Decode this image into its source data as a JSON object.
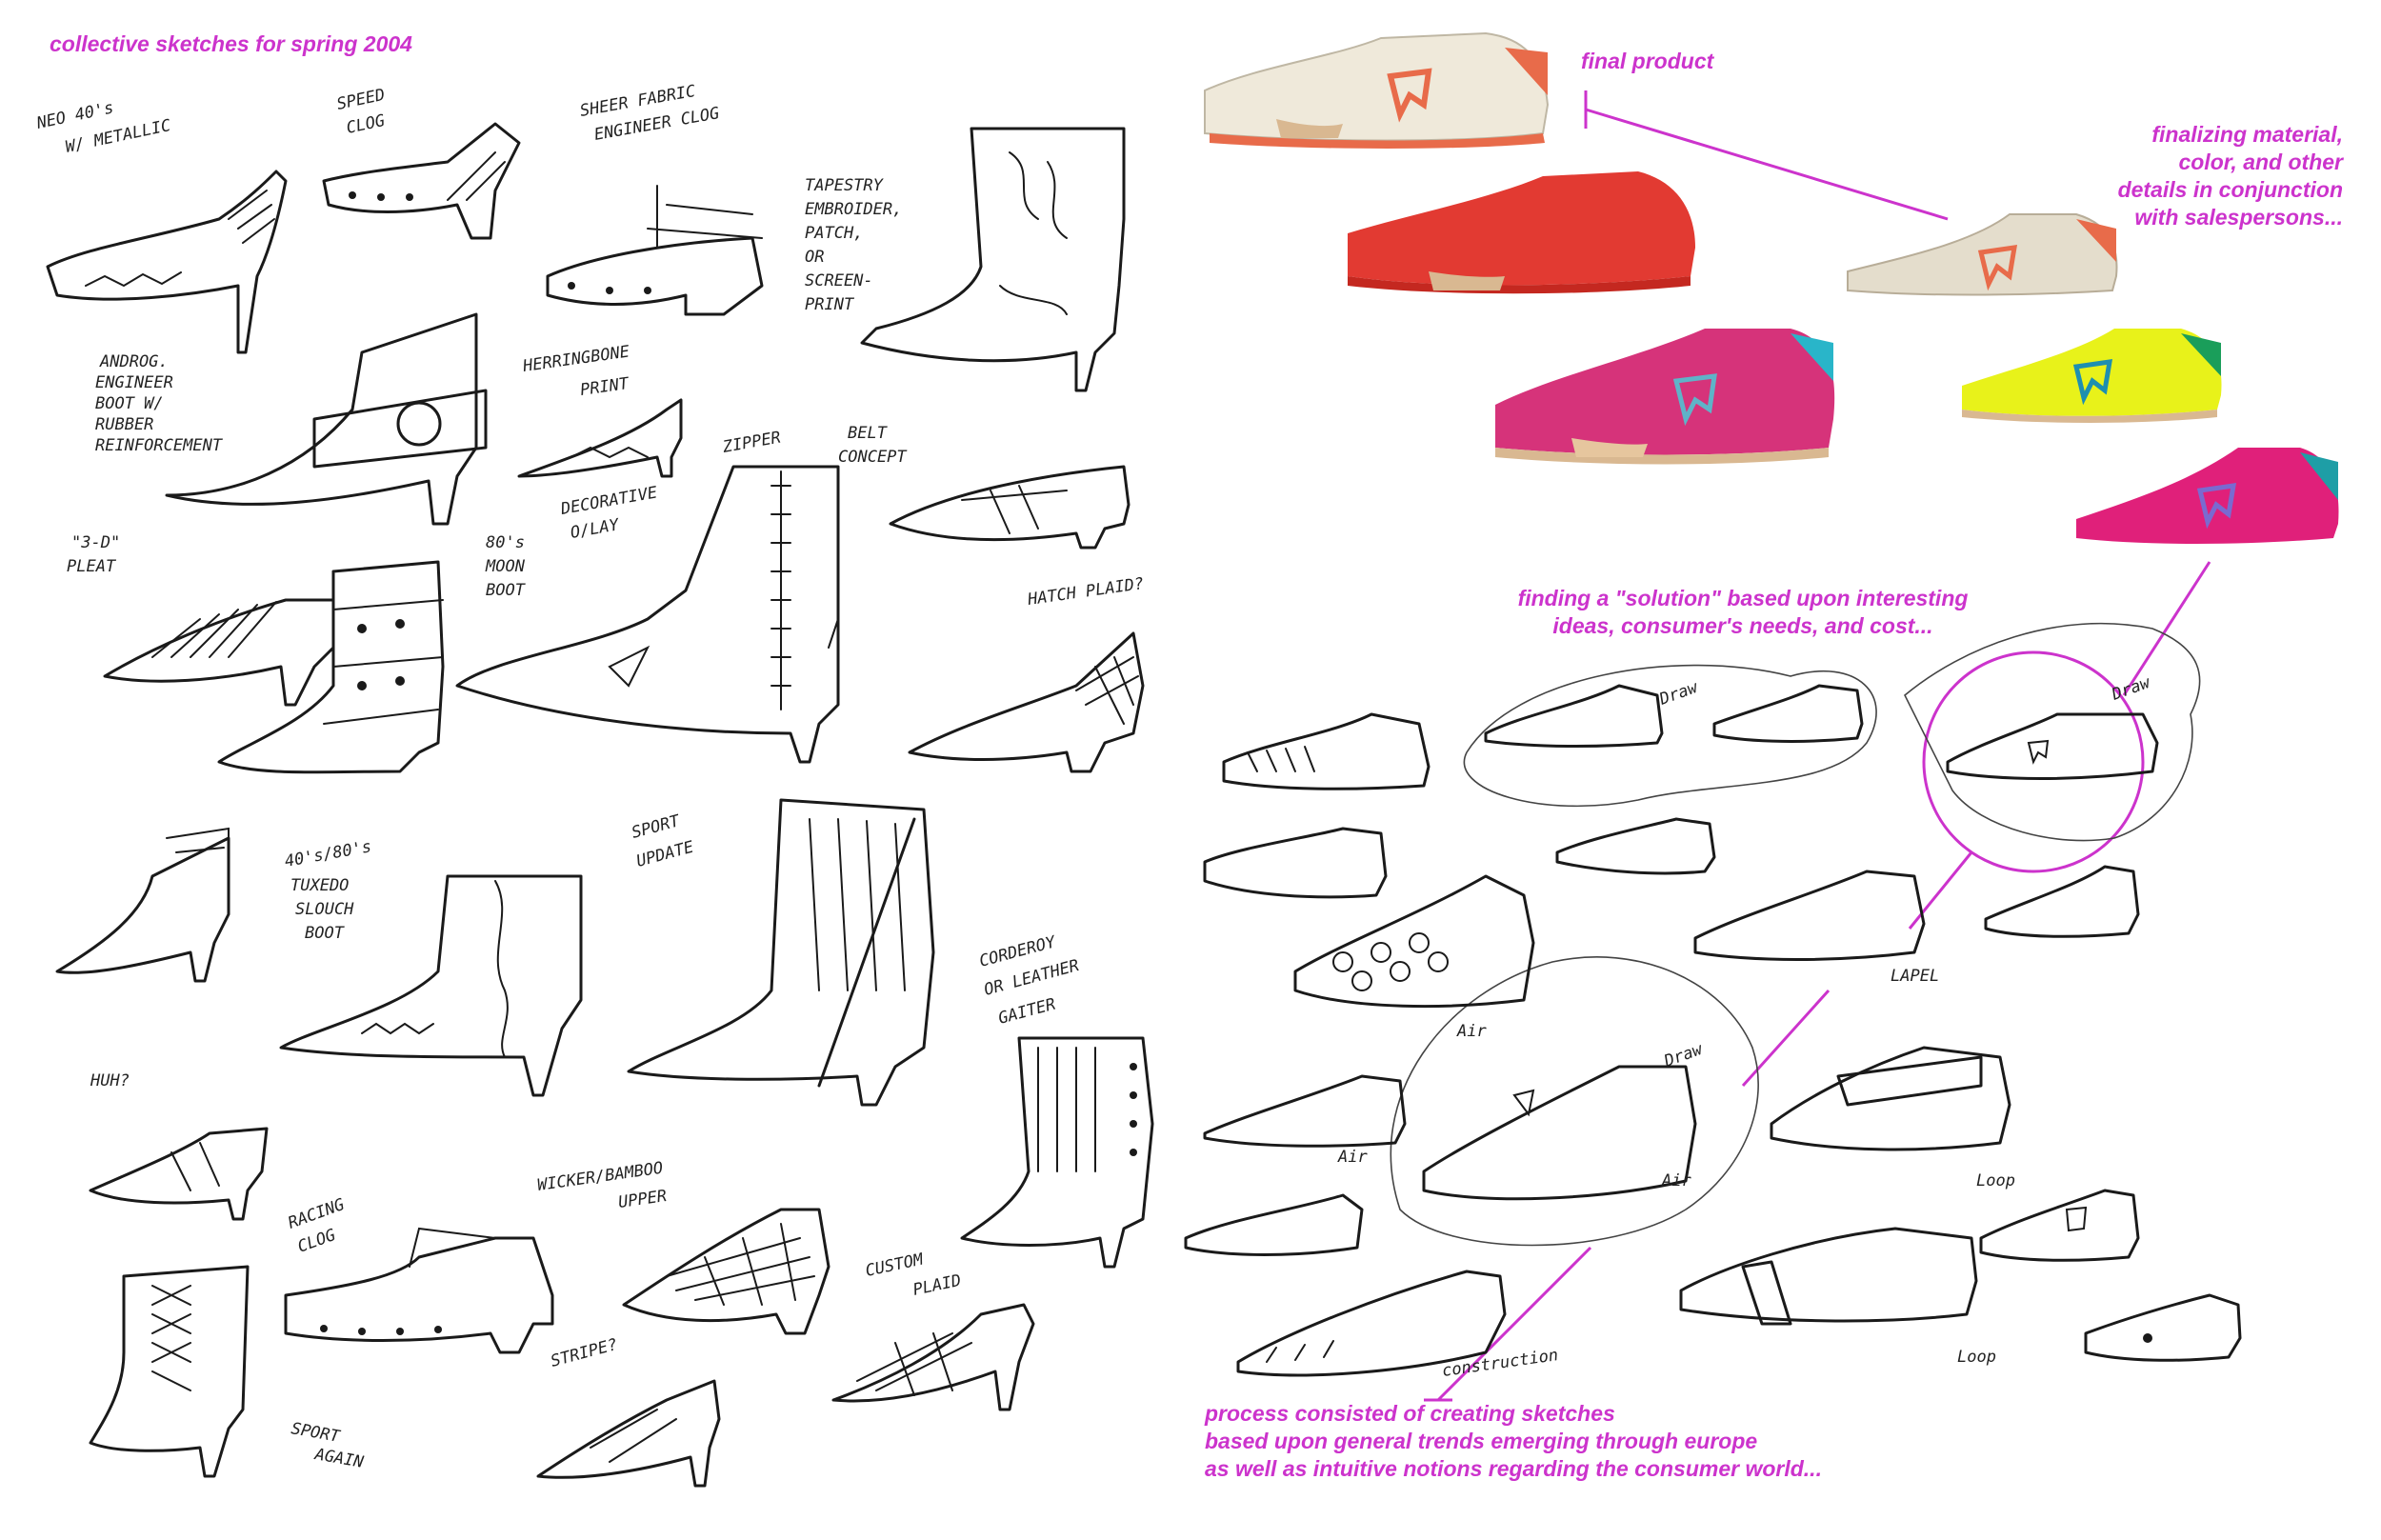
{
  "captions": {
    "spring_title": "collective sketches for spring 2004",
    "final_product": "final product",
    "finalizing": [
      "finalizing material,",
      "color, and other",
      "details in conjunction",
      "with salespersons..."
    ],
    "solution": [
      "finding a \"solution\" based upon interesting",
      "ideas, consumer's needs, and cost..."
    ],
    "process": [
      "process consisted of creating sketches",
      "based upon general trends emerging through europe",
      "as well as intuitive notions regarding the consumer world..."
    ]
  },
  "sketch_notes": {
    "neo": [
      "NEO 40's",
      "W/ METALLIC"
    ],
    "speed_clog": [
      "SPEED",
      "CLOG"
    ],
    "sheer": [
      "SHEER FABRIC",
      "ENGINEER CLOG"
    ],
    "tapestry": [
      "TAPESTRY",
      "EMBROIDER,",
      "PATCH,",
      "OR",
      "SCREEN-",
      "PRINT"
    ],
    "androg": [
      "ANDROG.",
      "ENGINEER",
      "BOOT W/",
      "RUBBER",
      "REINFORCEMENT"
    ],
    "herringbone": [
      "HERRINGBONE",
      "PRINT"
    ],
    "zipper": "ZIPPER",
    "belt": [
      "BELT",
      "CONCEPT"
    ],
    "pleat": [
      "\"3-D\"",
      "PLEAT"
    ],
    "moon": [
      "80's",
      "MOON",
      "BOOT"
    ],
    "decorative": [
      "DECORATIVE",
      "O/LAY"
    ],
    "hatch": "HATCH PLAID?",
    "tuxedo": [
      "40's/80's",
      "TUXEDO",
      "SLOUCH",
      "BOOT"
    ],
    "sport_update": [
      "SPORT",
      "UPDATE"
    ],
    "corderoy": [
      "CORDEROY",
      "OR LEATHER",
      "GAITER"
    ],
    "huh": "HUH?",
    "wicker": [
      "WICKER/BAMBOO",
      "UPPER"
    ],
    "racing": [
      "RACING",
      "CLOG"
    ],
    "custom": [
      "CUSTOM",
      "PLAID"
    ],
    "stripe": "STRIPE?",
    "sport_again": [
      "SPORT",
      "AGAIN"
    ],
    "lapel": "LAPEL",
    "air1": "Air",
    "air2": "Air",
    "air3": "Air",
    "loop1": "Loop",
    "loop2": "Loop",
    "construction": "construction",
    "draw1": "Draw",
    "draw2": "Draw",
    "draw3": "Draw"
  },
  "colors": {
    "accent": "#cc33cc",
    "cream": "#efe9da",
    "red": "#e23a32",
    "pink": "#d6337a",
    "yellow": "#e8f21a",
    "magenta": "#e0207a"
  }
}
